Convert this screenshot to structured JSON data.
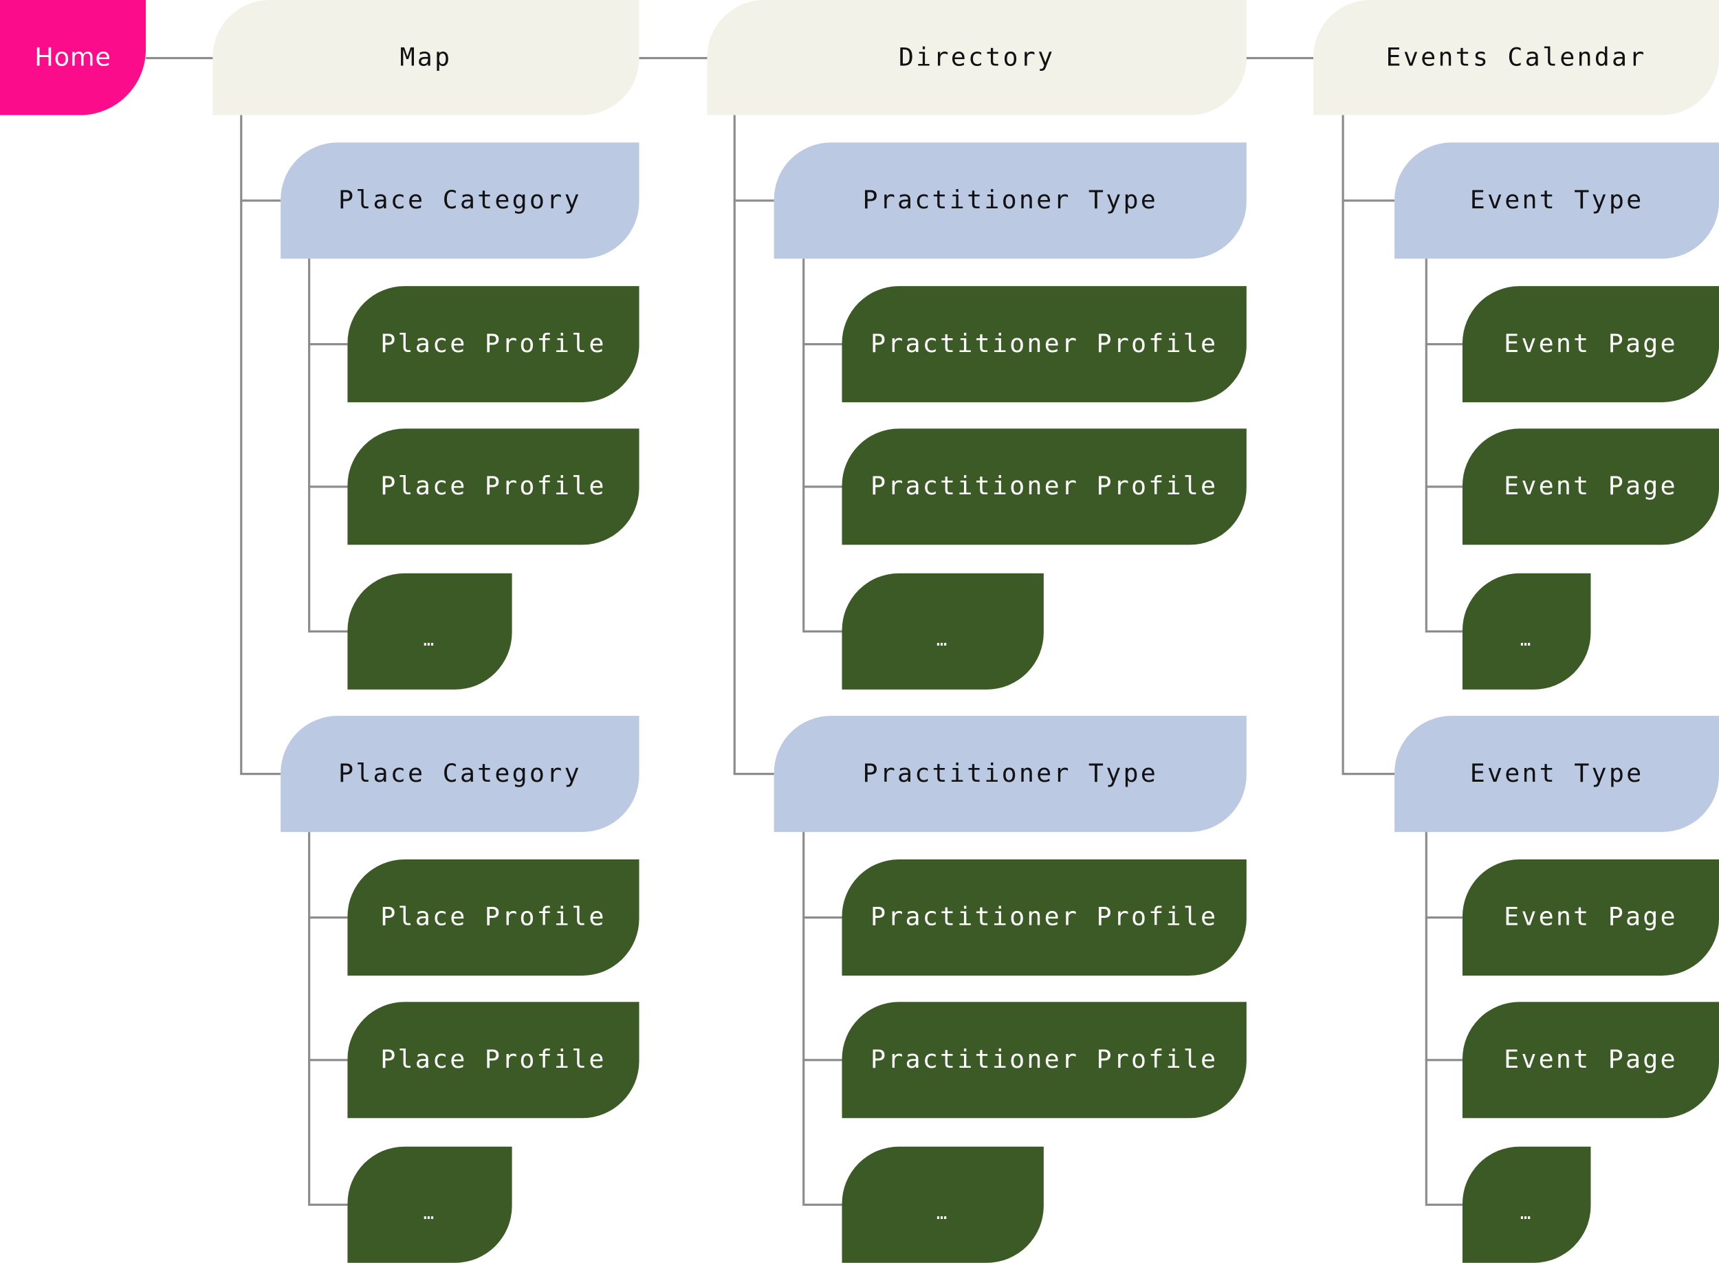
{
  "home": {
    "label": "Home"
  },
  "colors": {
    "home": "#FA0C8B",
    "section": "#F2F2E8",
    "category": "#BBC9E3",
    "page": "#3B5A25",
    "connector": "#8C8C8C"
  },
  "sections": [
    {
      "label": "Map",
      "categories": [
        {
          "label": "Place Category",
          "items": [
            "Place Profile",
            "Place Profile",
            "…"
          ]
        },
        {
          "label": "Place Category",
          "items": [
            "Place Profile",
            "Place Profile",
            "…"
          ]
        }
      ]
    },
    {
      "label": "Directory",
      "categories": [
        {
          "label": "Practitioner Type",
          "items": [
            "Practitioner Profile",
            "Practitioner Profile",
            "…"
          ]
        },
        {
          "label": "Practitioner Type",
          "items": [
            "Practitioner Profile",
            "Practitioner Profile",
            "…"
          ]
        }
      ]
    },
    {
      "label": "Events Calendar",
      "categories": [
        {
          "label": "Event Type",
          "items": [
            "Event Page",
            "Event Page",
            "…"
          ]
        },
        {
          "label": "Event Type",
          "items": [
            "Event Page",
            "Event Page",
            "…"
          ]
        }
      ]
    }
  ]
}
